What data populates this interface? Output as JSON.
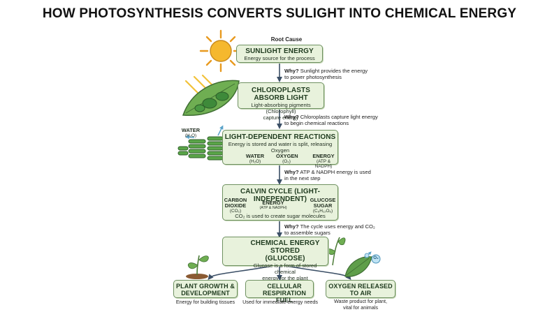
{
  "title": "HOW PHOTOSYNTHESIS CONVERTS SULIGHT INTO CHEMICAL ENERGY",
  "root_cause_label": "Root Cause",
  "steps": [
    {
      "heading": "SUNLIGHT ENERGY",
      "sub": "Energy source for the process"
    },
    {
      "heading": "CHLOROPLASTS ABSORB LIGHT",
      "sub1": "Light-absorbing pigments (Chlorophyll)",
      "sub2": "capture energy"
    },
    {
      "heading": "LIGHT-DEPENDENT REACTIONS",
      "sub1": "Energy is stored and water is split, releasing",
      "sub2": "Oxygen"
    },
    {
      "heading": "CALVIN CYCLE (LIGHT-INDEPENDENT)",
      "sub": "CO₂ is used to create sugar molecules"
    },
    {
      "heading1": "CHEMICAL ENERGY STORED",
      "heading2": "(GLUCOSE)",
      "sub1": "Glucose is a form of stored chemical",
      "sub2": "energy for the plant"
    }
  ],
  "whys": [
    {
      "lead": "Why?",
      "line1": " Sunlight provides the energy",
      "line2": "to power photosynthesis"
    },
    {
      "lead": "Why?",
      "line1": " Chloroplasts capture light energy",
      "line2": "to begin chemical reactions"
    },
    {
      "lead": "Why?",
      "line1": " ATP & NADPH energy is used",
      "line2": "in the next step"
    },
    {
      "lead": "Why?",
      "line1": " The cycle uses energy and CO₂",
      "line2": "to assemble sugars"
    }
  ],
  "light_reaction": {
    "water_in": {
      "name": "WATER",
      "formula": "(H₂O)"
    },
    "water": {
      "name": "WATER",
      "formula": "(H₂O)"
    },
    "oxygen": {
      "name": "OXYGEN",
      "formula": "(O₂)"
    },
    "energy": {
      "name": "ENERGY",
      "formula": "(ATP & NADPH)"
    }
  },
  "calvin": {
    "co2": {
      "line1": "CARBON",
      "line2": "DIOXIDE",
      "formula": "(CO₂)"
    },
    "energy": {
      "name": "ENERGY",
      "formula": "(ATP & NADPH)"
    },
    "glucose": {
      "line1": "GLUCOSE",
      "line2": "SUGAR",
      "formula": "(C₆H₁₂O₆)"
    }
  },
  "outcomes": [
    {
      "line1": "PLANT GROWTH &",
      "line2": "DEVELOPMENT",
      "caption1": "Energy for building tissues",
      "caption2": ""
    },
    {
      "line1": "CELLULAR",
      "line2": "RESPIRATION FUEL",
      "caption1": "Used for immediate energy needs",
      "caption2": ""
    },
    {
      "line1": "OXYGEN RELEASED",
      "line2": "TO AIR",
      "caption1": "Waste product for plant,",
      "caption2": "vital for animals"
    }
  ],
  "o2_bubble": "O₂",
  "colors": {
    "box_fill": "#e8f2dc",
    "box_border": "#6f9161",
    "arrow": "#3b4f66",
    "sun": "#f5b82e",
    "leaf": "#5f9e4a",
    "energy": "#f0c13a"
  },
  "icons": [
    "sun-icon",
    "leaf-chloroplast-icon",
    "thylakoid-stack-icon",
    "energy-sphere-icon",
    "glucose-hexagon-icon",
    "lightning-icon",
    "sprout-icon",
    "mitochondria-icon",
    "oxygen-leaf-icon"
  ]
}
